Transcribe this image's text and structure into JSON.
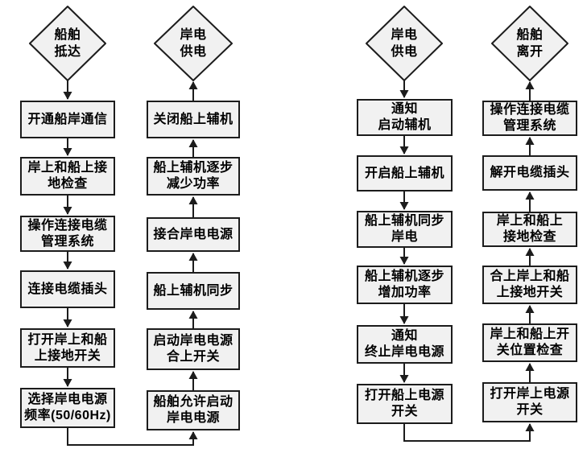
{
  "colors": {
    "background": "#ffffff",
    "node_fill": "#f1f1f1",
    "node_border": "#1c1c1c",
    "arrow": "#1c1c1c",
    "text": "#000000"
  },
  "flowcharts": [
    {
      "start_terminal": "船舶\n抵达",
      "end_terminal": "岸电\n供电",
      "down_steps": [
        "开通船岸通信",
        "岸上和船上接\n地检查",
        "操作连接电缆\n管理系统",
        "连接电缆插头",
        "打开岸上和船\n上接地开关",
        "选择岸电电源\n频率(50/60Hz)"
      ],
      "up_steps": [
        "关闭船上辅机",
        "船上辅机逐步\n减少功率",
        "接合岸电电源",
        "船上辅机同步",
        "启动岸电电源\n合上开关",
        "船舶允许启动\n岸电电源"
      ]
    },
    {
      "start_terminal": "岸电\n供电",
      "end_terminal": "船舶\n离开",
      "down_steps": [
        "通知\n启动辅机",
        "开启船上辅机",
        "船上辅机同步\n岸电",
        "船上辅机逐步\n增加功率",
        "通知\n终止岸电电源",
        "打开船上电源\n开关"
      ],
      "up_steps": [
        "操作连接电缆\n管理系统",
        "解开电缆插头",
        "岸上和船上\n接地检查",
        "合上岸上和船\n上接地开关",
        "岸上和船上开\n关位置检查",
        "打开岸上电源\n开关"
      ]
    }
  ]
}
